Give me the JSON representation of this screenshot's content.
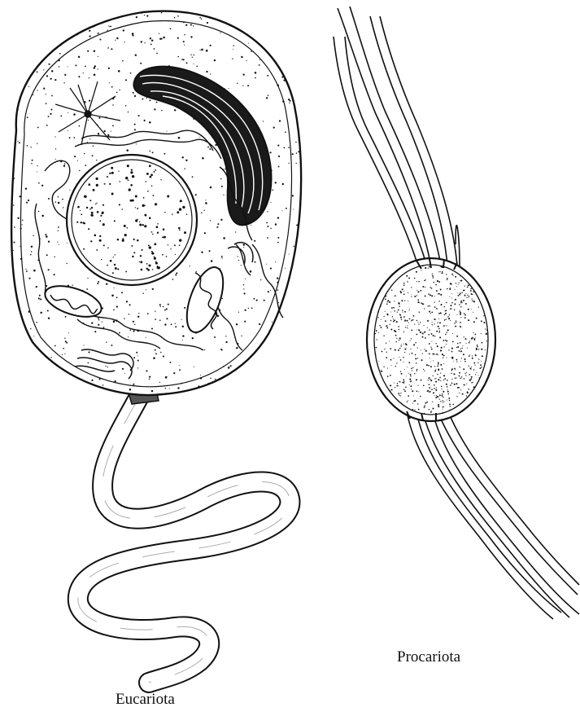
{
  "figure": {
    "cells": [
      {
        "id": "eukaryote",
        "label": "Eucariota"
      },
      {
        "id": "prokaryote",
        "label": "Procariota"
      }
    ]
  },
  "colors": {
    "ink": "#111111",
    "cytoplasm_fill": "#ffffff",
    "dark_organelle": "#1a1a1a"
  }
}
